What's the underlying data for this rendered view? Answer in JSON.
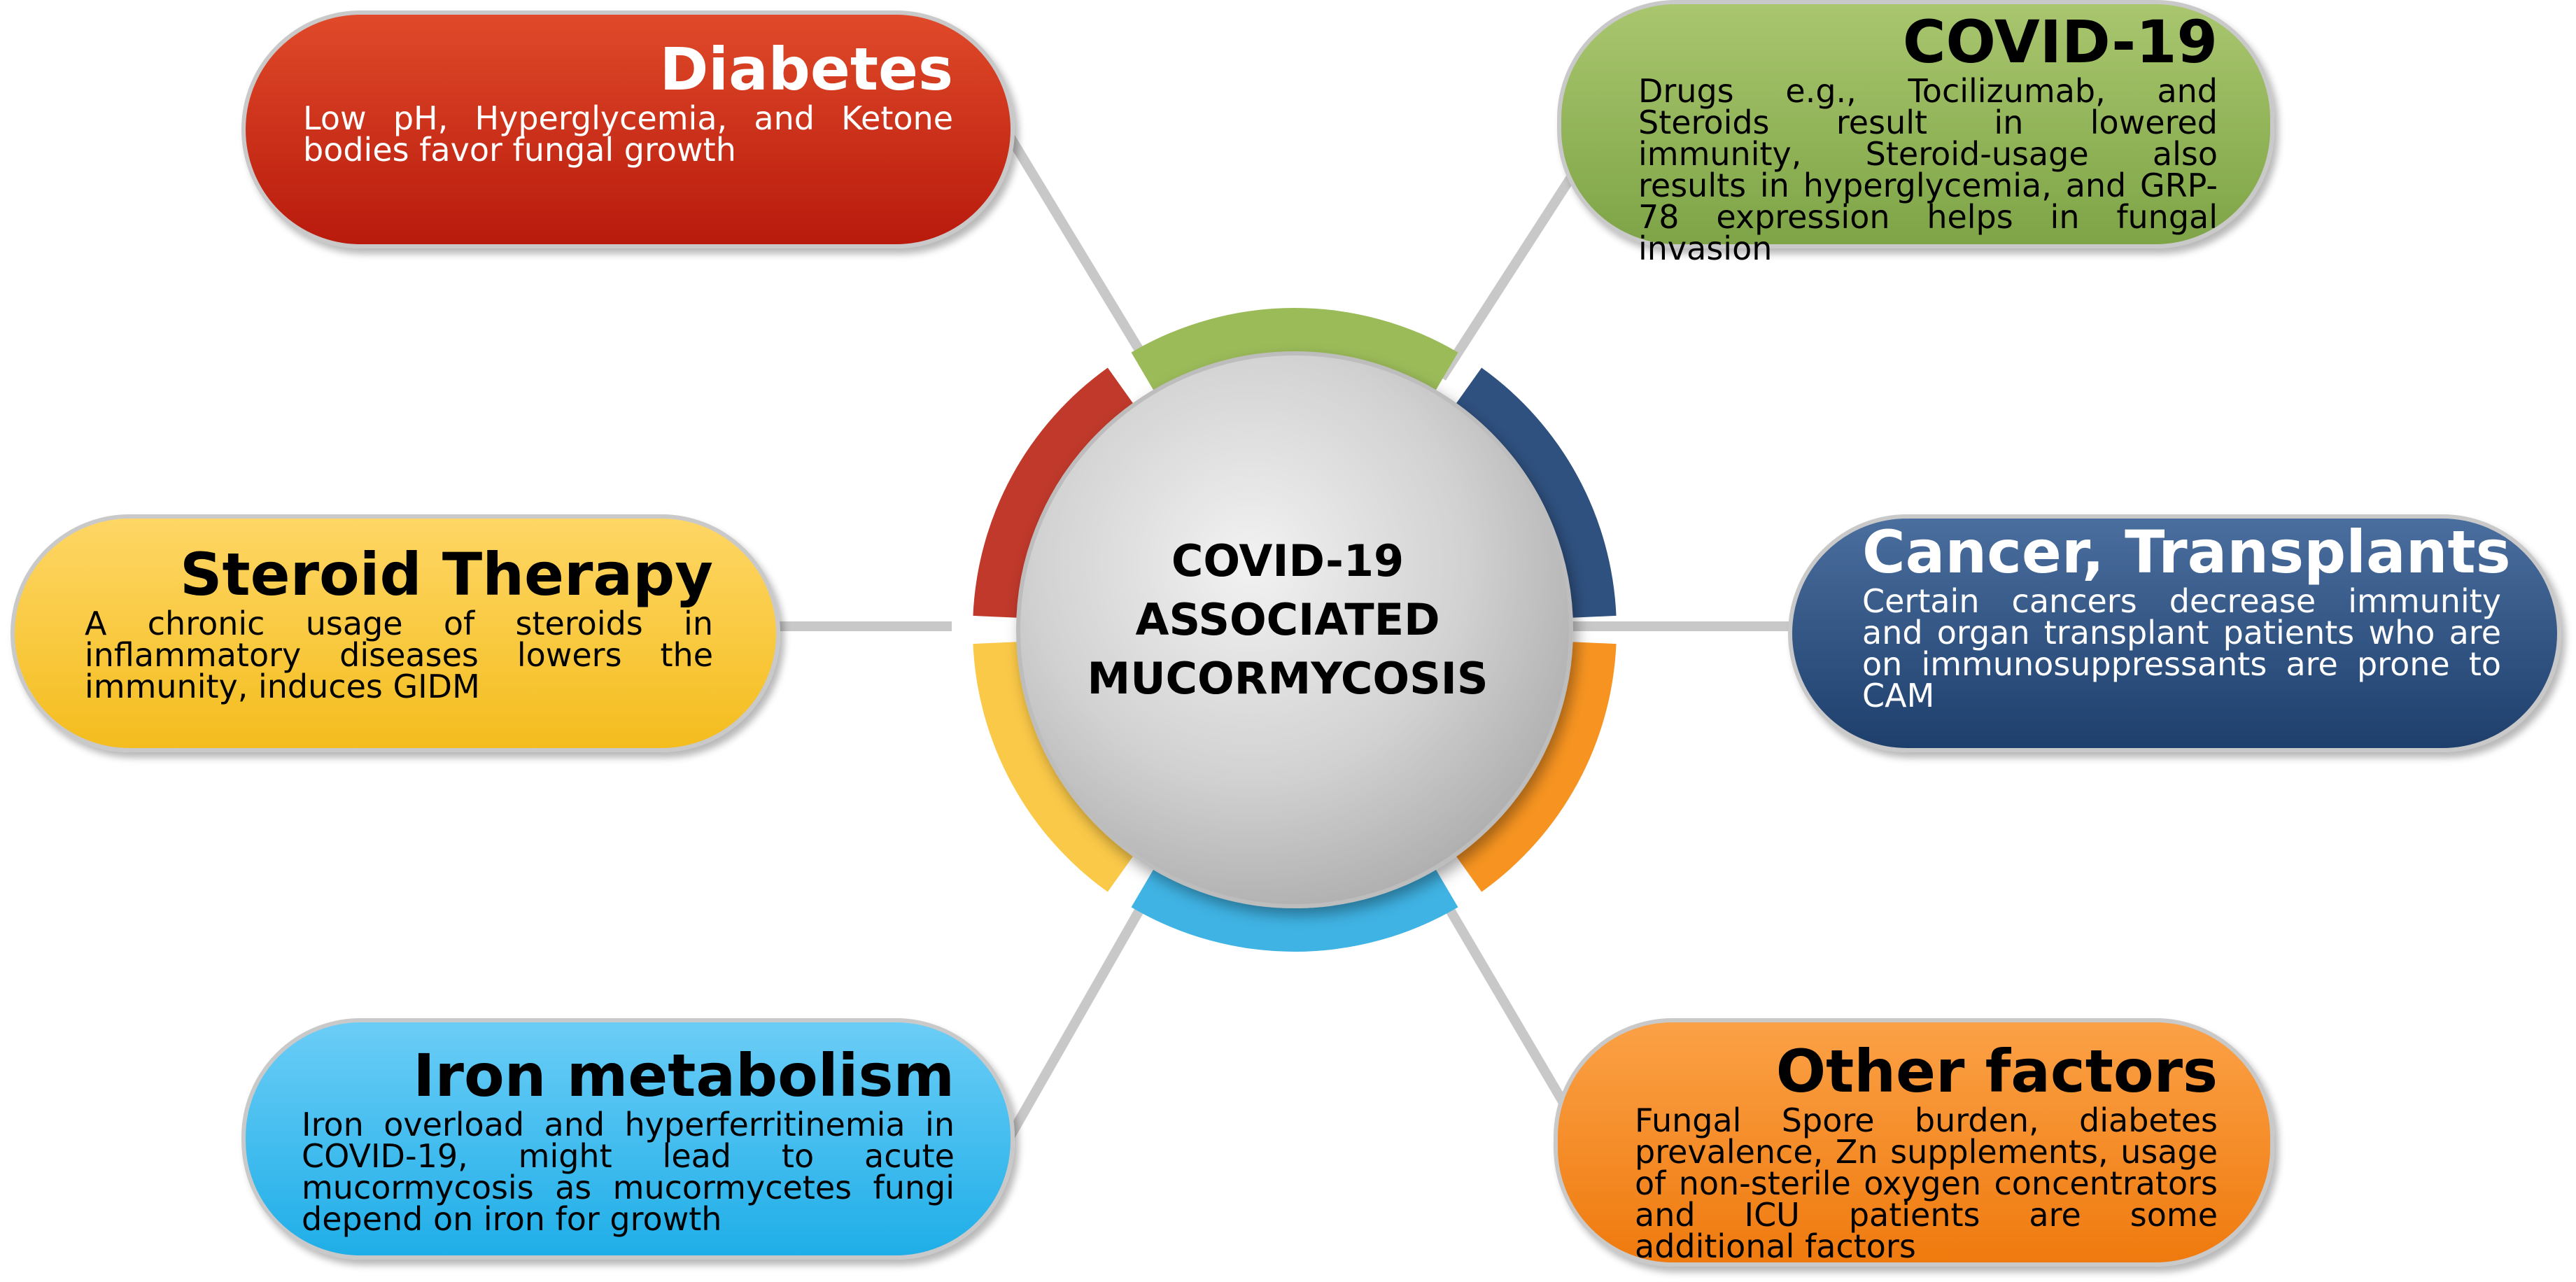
{
  "center": {
    "line1": "COVID-19",
    "line2": "ASSOCIATED",
    "line3": "MUCORMYCOSIS"
  },
  "factors": [
    {
      "id": "diabetes",
      "title": "Diabetes",
      "description": "Low pH, Hyperglycemia, and Ketone bodies favor fungal growth",
      "color_top": "#e04a2a",
      "color_bottom": "#b81a0c",
      "text_color": "#ffffff"
    },
    {
      "id": "covid",
      "title": "COVID-19",
      "description": "Drugs e.g., Tocilizumab, and Steroids result in lowered immunity, Steroid-usage also results in hyperglycemia, and GRP-78 expression helps in fungal invasion",
      "color_top": "#a9c66e",
      "color_bottom": "#7ea447",
      "text_color": "#000000"
    },
    {
      "id": "steroid",
      "title": "Steroid Therapy",
      "description": "A chronic usage of steroids in inflammatory diseases lowers the immunity, induces GIDM",
      "color_top": "#fed665",
      "color_bottom": "#f4bd1e",
      "text_color": "#000000"
    },
    {
      "id": "cancer",
      "title": "Cancer, Transplants",
      "description": "Certain cancers decrease immunity and organ transplant patients who are on immunosuppressants are prone to CAM",
      "color_top": "#4a6e9e",
      "color_bottom": "#1e3f6c",
      "text_color": "#ffffff"
    },
    {
      "id": "iron",
      "title": "Iron metabolism",
      "description": "Iron overload and hyperferritinemia in COVID-19, might lead to acute mucormycosis as mucormycetes fungi depend on iron for growth",
      "color_top": "#6bcdf6",
      "color_bottom": "#1faee8",
      "text_color": "#000000"
    },
    {
      "id": "other",
      "title": "Other factors",
      "description": "Fungal Spore burden, diabetes prevalence, Zn supplements, usage of non-sterile oxygen concentrators and ICU patients are some additional factors",
      "color_top": "#fba146",
      "color_bottom": "#ef7a0e",
      "text_color": "#000000"
    }
  ],
  "ring_colors": {
    "top": "#9bbb59",
    "upper_right": "#2f5180",
    "lower_right": "#f79421",
    "bottom": "#3fb3e4",
    "lower_left": "#fbc948",
    "upper_left": "#c0392b"
  },
  "hub_color": "#d4d4d4"
}
